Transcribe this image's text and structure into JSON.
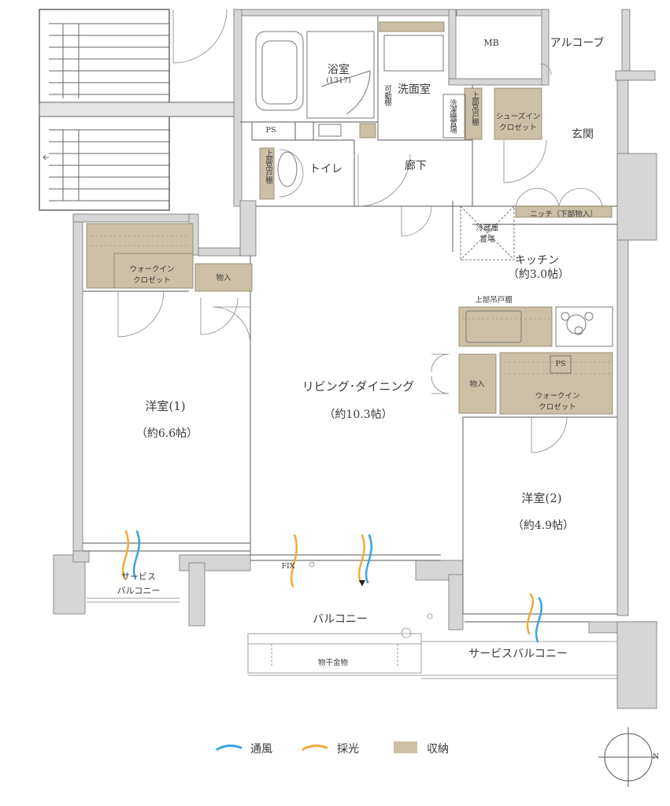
{
  "rooms": {
    "western1": {
      "name": "洋室(1)",
      "size": "（約6.6帖）"
    },
    "living": {
      "name": "リビング･ダイニング",
      "size": "（約10.3帖）"
    },
    "western2": {
      "name": "洋室(2)",
      "size": "（約4.9帖）"
    },
    "kitchen": {
      "name": "キッチン",
      "size": "（約3.0帖）"
    },
    "bath": {
      "name": "浴室",
      "size": "(1317)"
    },
    "washroom": "洗面室",
    "toilet": "トイレ",
    "hallway": "廊下",
    "entrance": "玄関",
    "mb": "MB",
    "alcove": "アルコーブ",
    "balcony": "バルコニー",
    "service_balcony_left": [
      "サービス",
      "バルコニー"
    ],
    "service_balcony_right": "サービスバルコニー"
  },
  "storage": {
    "wic1": [
      "ウォークイン",
      "クロゼット"
    ],
    "wic2": [
      "ウォークイン",
      "クロゼット"
    ],
    "storage1": "物入",
    "storage2": "物入",
    "shoes_in": [
      "シューズイン",
      "クロゼット"
    ],
    "niche": "ニッチ（下部物入）",
    "upper_cabinet": "上部吊戸棚",
    "upper_cabinet_toilet": "上部吊戸棚",
    "upper_cabinet_wash": "上部吊戸棚",
    "movable_shelf": "可動棚",
    "washer": "洗濯機置場",
    "fridge": [
      "冷蔵庫",
      "置場"
    ],
    "ps1": "PS",
    "ps2": "PS"
  },
  "fix": "FIX",
  "drying": "物干金物",
  "legend": [
    {
      "label": "通風",
      "color": "#3aa3dc"
    },
    {
      "label": "採光",
      "color": "#f2a93b"
    },
    {
      "label": "収納",
      "color": "#cbc0a5"
    }
  ],
  "compass": "N"
}
